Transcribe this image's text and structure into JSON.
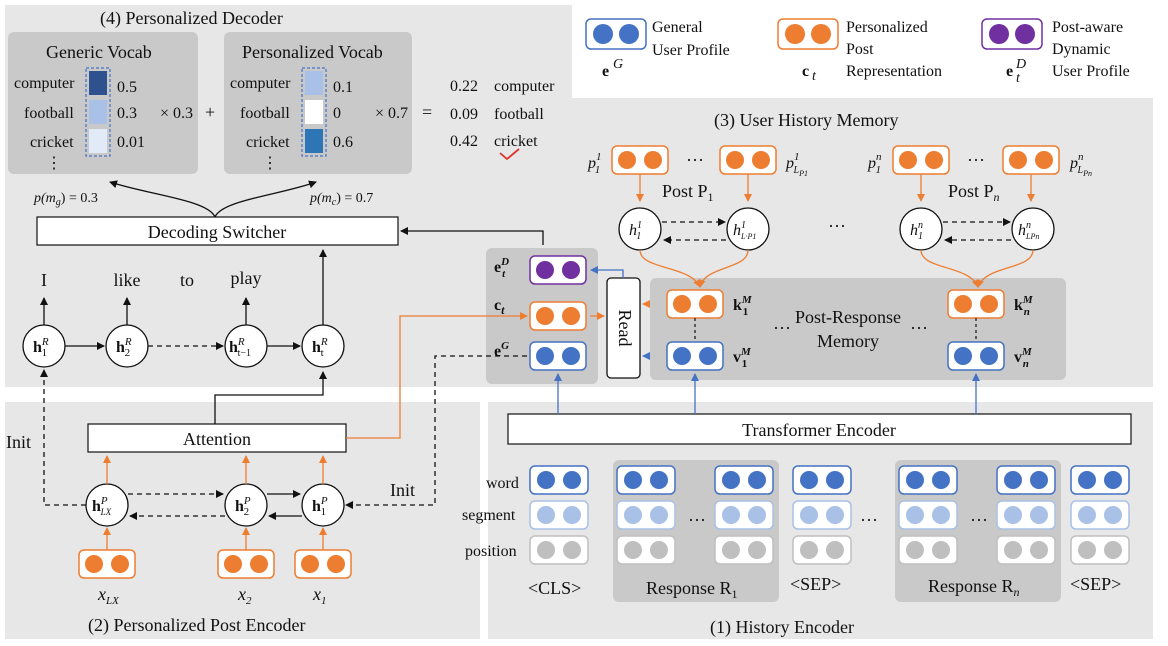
{
  "legend": {
    "general": [
      "General",
      "User Profile"
    ],
    "general_sym": "e",
    "general_sup": "G",
    "post": [
      "Personalized",
      "Post",
      "Representation"
    ],
    "post_sym": "c",
    "post_sub": "t",
    "dyn": [
      "Post-aware",
      "Dynamic",
      "User Profile"
    ],
    "dyn_sym": "e",
    "dyn_sup": "D",
    "dyn_sub": "t"
  },
  "decoder": {
    "title": "(4) Personalized Decoder",
    "generic_title": "Generic Vocab",
    "personal_title": "Personalized Vocab",
    "words": [
      "computer",
      "football",
      "cricket"
    ],
    "generic_values": [
      "0.5",
      "0.3",
      "0.01"
    ],
    "personal_values": [
      "0.1",
      "0",
      "0.6"
    ],
    "mult_g": "× 0.3",
    "plus": "+",
    "mult_c": "× 0.7",
    "equals": "=",
    "result_values": [
      "0.22",
      "0.09",
      "0.42"
    ],
    "result_words": [
      "computer",
      "football",
      "cricket"
    ],
    "vdots": "⋮",
    "p_mg": "p(m",
    "p_mg_sub": "g",
    "p_mg_val": ") = 0.3",
    "p_mc": "p(m",
    "p_mc_sub": "c",
    "p_mc_val": ") = 0.7",
    "switcher": "Decoding Switcher",
    "out_words": [
      "I",
      "like",
      "to",
      "play"
    ],
    "h_sup": "R",
    "h_subs": [
      "1",
      "2",
      "t−1",
      "t"
    ]
  },
  "memory": {
    "title": "(3) User History Memory",
    "post1": "Post P",
    "post1_sub": "1",
    "postn": "Post P",
    "postn_sub": "n",
    "p_top_left": [
      "1",
      "1"
    ],
    "p_top_right": [
      "1",
      "L",
      "P1"
    ],
    "pn_left": [
      "n",
      "1"
    ],
    "pn_right": [
      "n",
      "L",
      "Pn"
    ],
    "ellipsis": "···",
    "mem_label": [
      "Post-Response",
      "Memory"
    ],
    "k1": "k",
    "k1_sup": "M",
    "k1_sub": "1",
    "kn": "k",
    "kn_sup": "M",
    "kn_sub": "n",
    "v1": "v",
    "v1_sup": "M",
    "v1_sub": "1",
    "vn": "v",
    "vn_sup": "M",
    "vn_sub": "n",
    "read": "Read",
    "h1_labels": [
      "h",
      "1",
      "1"
    ],
    "hl_labels": [
      "h",
      "1",
      "L·P1"
    ],
    "hn1_labels": [
      "h",
      "n",
      "1"
    ],
    "hnl_labels": [
      "h",
      "n",
      "LPn"
    ]
  },
  "encoder_post": {
    "title": "(2) Personalized Post Encoder",
    "attention": "Attention",
    "init_left": "Init",
    "init_right": "Init",
    "h_sup": "P",
    "h_subs": [
      "LX",
      "2",
      "1"
    ],
    "x_labels": [
      "x",
      "x",
      "x"
    ],
    "x_subs": [
      "LX",
      "2",
      "1"
    ]
  },
  "encoder_hist": {
    "title": "(1) History Encoder",
    "transformer": "Transformer Encoder",
    "rows": [
      "word",
      "segment",
      "position"
    ],
    "cls": "<CLS>",
    "sep": "<SEP>",
    "resp1": "Response R",
    "resp1_sub": "1",
    "respn": "Response R",
    "respn_sub": "n"
  },
  "colors": {
    "blue": "#4472c4",
    "light_blue": "#a9c1e6",
    "gray_dot": "#bfbfbf",
    "orange": "#ed7d31",
    "purple": "#7030a0",
    "panel": "#e7e7e7",
    "subpanel": "#c9c9c9"
  }
}
